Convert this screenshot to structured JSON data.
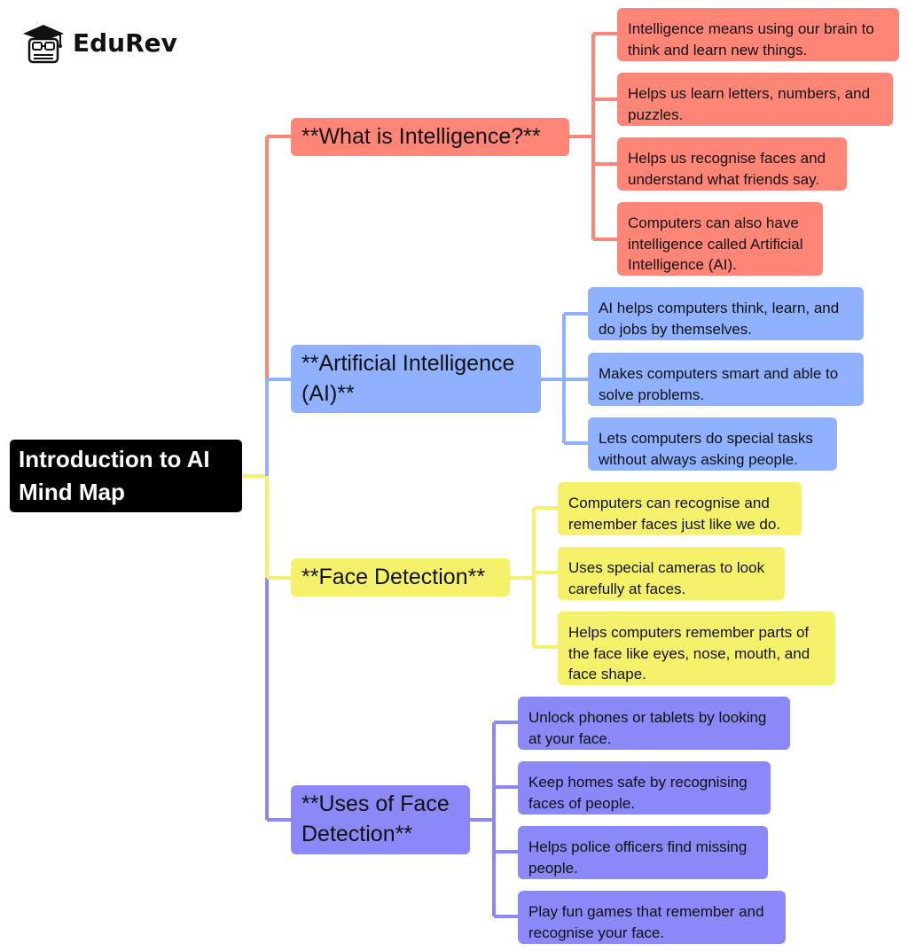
{
  "brand": {
    "name": "EduRev",
    "icon": "graduation-cap-student-icon"
  },
  "colors": {
    "red": "#ff8577",
    "blue": "#8fb1ff",
    "yellow": "#f5f16a",
    "purple": "#8b88f7",
    "root": "#000000"
  },
  "root": {
    "label": "Introduction to AI Mind Map"
  },
  "branches": [
    {
      "label": "**What is Intelligence?**",
      "items": [
        "Intelligence means using our brain to think and learn new things.",
        "Helps us learn letters, numbers, and puzzles.",
        "Helps us recognise faces and understand what friends say.",
        "Computers can also have intelligence called Artificial Intelligence (AI)."
      ]
    },
    {
      "label": "**Artificial Intelligence (AI)**",
      "items": [
        "AI helps computers think, learn, and do jobs by themselves.",
        "Makes computers smart and able to solve problems.",
        "Lets computers do special tasks without always asking people."
      ]
    },
    {
      "label": "**Face Detection**",
      "items": [
        "Computers can recognise and remember faces just like we do.",
        "Uses special cameras to look carefully at faces.",
        "Helps computers remember parts of the face like eyes, nose, mouth, and face shape."
      ]
    },
    {
      "label": "**Uses of Face Detection**",
      "items": [
        "Unlock phones or tablets by looking at your face.",
        "Keep homes safe by recognising faces of people.",
        "Helps police officers find missing people.",
        "Play fun games that remember and recognise your face."
      ]
    }
  ]
}
